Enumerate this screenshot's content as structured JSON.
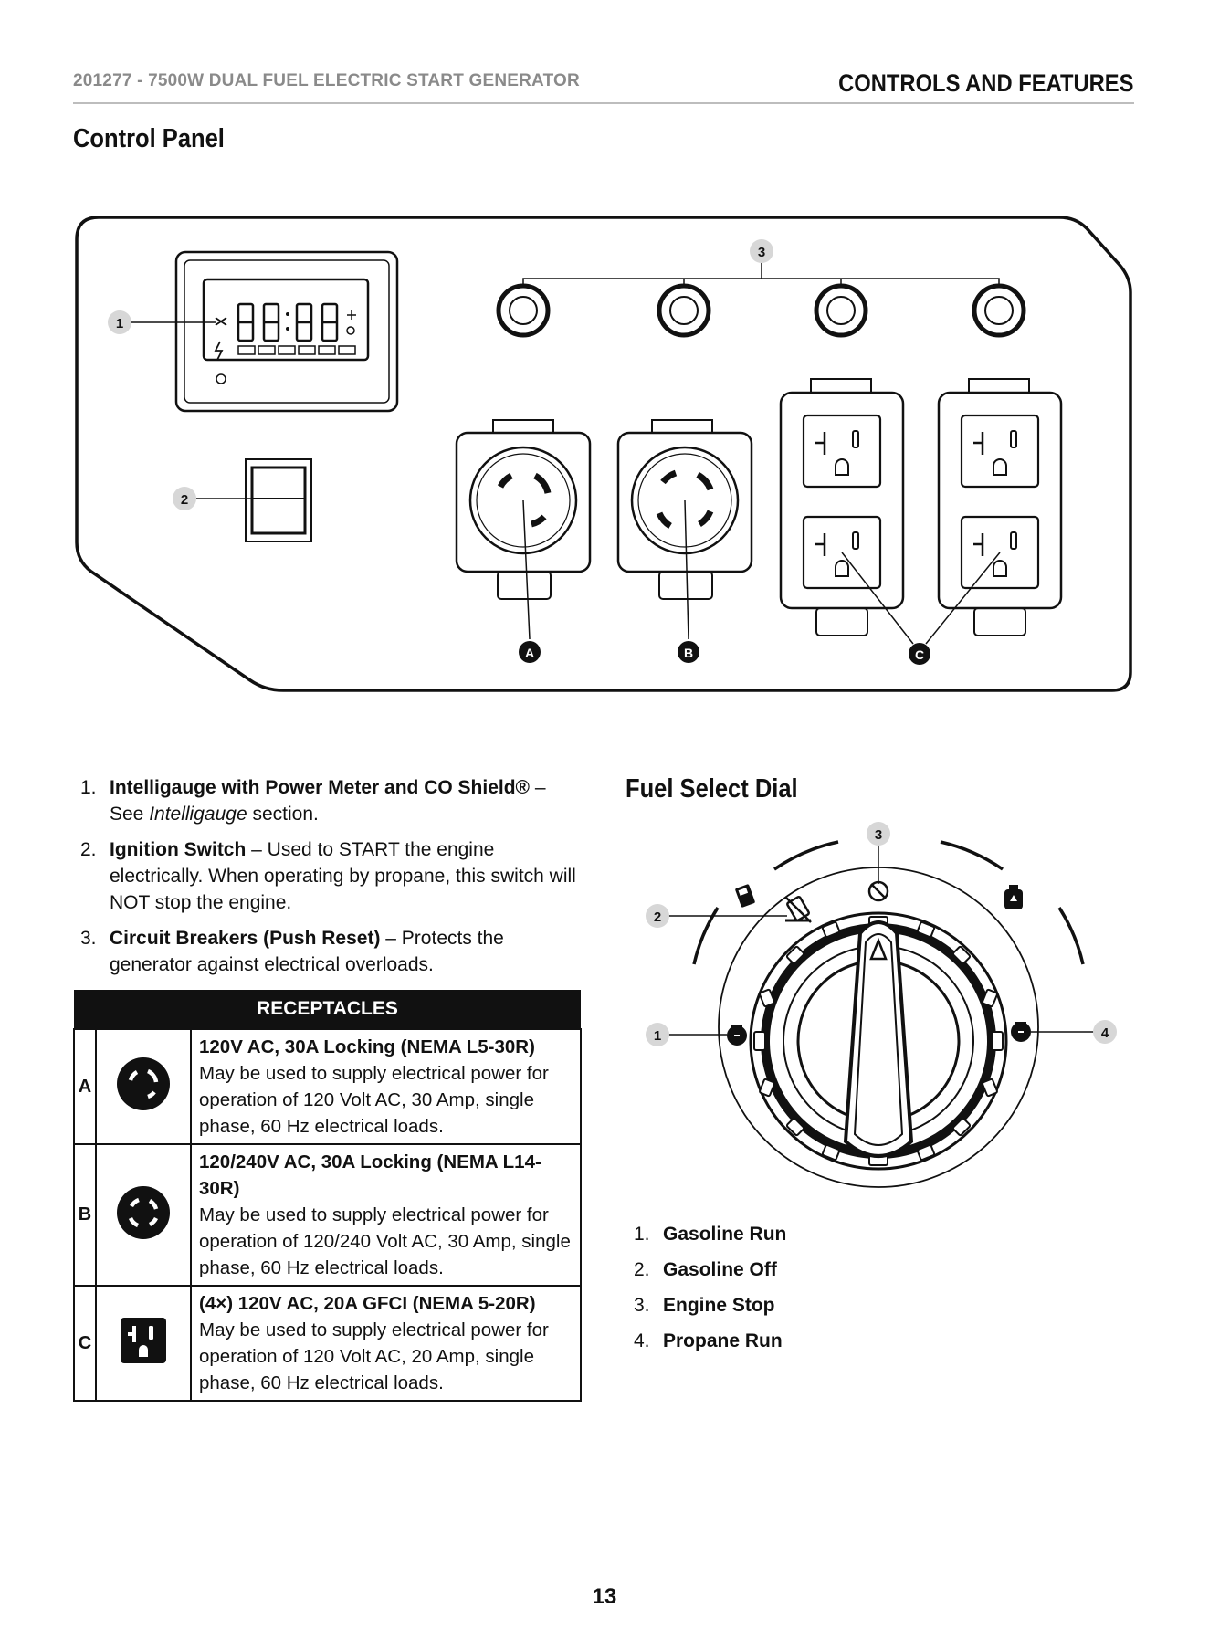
{
  "header": {
    "doc_title": "201277 - 7500W DUAL FUEL ELECTRIC START GENERATOR",
    "section": "CONTROLS AND FEATURES"
  },
  "control_panel": {
    "title": "Control Panel",
    "callouts": [
      "1",
      "2",
      "3",
      "A",
      "B",
      "C"
    ]
  },
  "features": [
    {
      "num": "1.",
      "name": "Intelligauge with Power Meter and CO Shield®",
      "sep": " – See ",
      "ref": "Intelligauge",
      "tail": " section."
    },
    {
      "num": "2.",
      "name": "Ignition Switch",
      "text": " – Used to START the engine electrically. When operating by propane, this switch will NOT stop the engine."
    },
    {
      "num": "3.",
      "name": "Circuit Breakers (Push Reset)",
      "text": " – Protects the generator against electrical overloads."
    }
  ],
  "receptacles": {
    "header": "RECEPTACLES",
    "rows": [
      {
        "letter": "A",
        "icon": "nema-l5-30r-icon",
        "title": "120V AC, 30A Locking (NEMA L5-30R)",
        "desc": "May be used to supply electrical power for operation of 120 Volt AC, 30 Amp, single phase, 60 Hz electrical loads."
      },
      {
        "letter": "B",
        "icon": "nema-l14-30r-icon",
        "title": "120/240V AC, 30A Locking (NEMA L14-30R)",
        "desc": "May be used to supply electrical power for operation of 120/240 Volt AC, 30 Amp, single phase, 60 Hz electrical loads."
      },
      {
        "letter": "C",
        "icon": "nema-5-20r-icon",
        "title": "(4×) 120V AC, 20A GFCI (NEMA 5-20R)",
        "desc": "May be used to supply electrical power for operation of 120 Volt AC, 20 Amp, single phase, 60 Hz electrical loads."
      }
    ]
  },
  "fuel_dial": {
    "title": "Fuel Select Dial",
    "callouts": [
      "1",
      "2",
      "3",
      "4"
    ],
    "positions": [
      {
        "num": "1.",
        "label": "Gasoline Run"
      },
      {
        "num": "2.",
        "label": "Gasoline Off"
      },
      {
        "num": "3.",
        "label": "Engine Stop"
      },
      {
        "num": "4.",
        "label": "Propane Run"
      }
    ]
  },
  "page_number": "13"
}
